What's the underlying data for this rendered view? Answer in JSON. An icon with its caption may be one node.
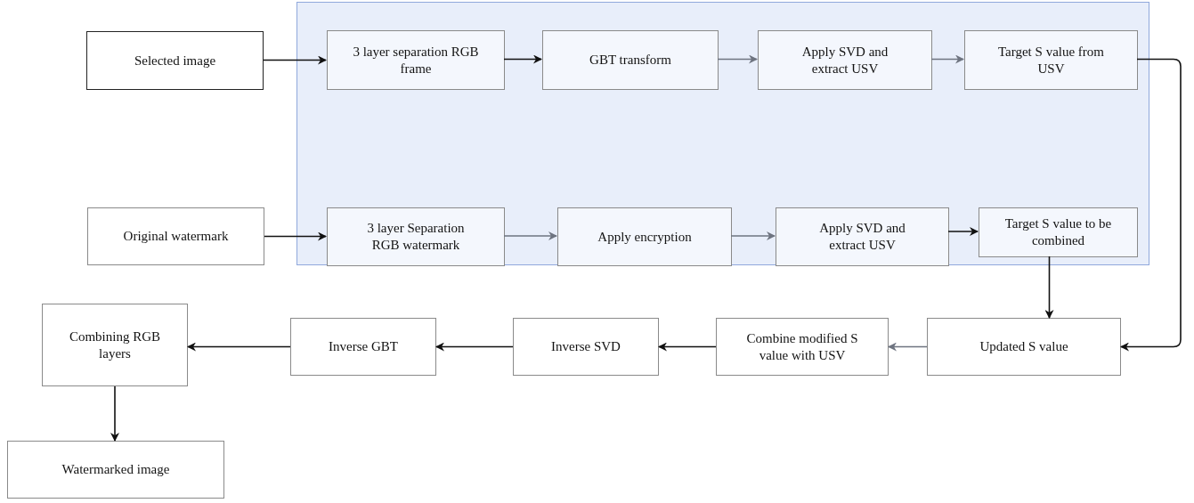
{
  "diagram": {
    "nodes": [
      {
        "text": [],
        "shape": "box"
      },
      {
        "text": [
          "Selected image"
        ]
      },
      {
        "text": [
          "Original watermark"
        ]
      },
      {
        "text": [
          "3 layer separation RGB frame"
        ],
        "in": 0
      },
      {
        "text": [
          "GBT transform"
        ],
        "in": 0
      },
      {
        "text": [
          "Apply SVD and extract USV"
        ],
        "in": 0
      },
      {
        "text": [
          "Target S value from USV"
        ],
        "in": 0
      },
      {
        "text": [
          "3 layer Separation RGB watermark"
        ],
        "in": 0
      },
      {
        "text": [
          "Apply encryption"
        ],
        "in": 0
      },
      {
        "text": [
          "Apply SVD and extract USV"
        ],
        "in": 0
      },
      {
        "text": [
          "Target S value to be combined"
        ],
        "in": 0
      },
      {
        "text": [
          "Updated S value"
        ]
      },
      {
        "text": [
          "Combine modified S value with USV"
        ]
      },
      {
        "text": [
          "Inverse SVD"
        ]
      },
      {
        "text": [
          "Inverse GBT"
        ]
      },
      {
        "text": [
          "Combining RGB layers"
        ]
      },
      {
        "text": [
          "Watermarked image"
        ]
      }
    ],
    "edges": [
      {
        "from": 1,
        "to": 3,
        "arrow": "to"
      },
      {
        "from": 3,
        "to": 4,
        "arrow": "to"
      },
      {
        "from": 4,
        "to": 5,
        "arrow": "to",
        "color": "#6e7480"
      },
      {
        "from": 5,
        "to": 6,
        "arrow": "to",
        "color": "#6e7480"
      },
      {
        "from": 6,
        "to": 11,
        "arrow": "to"
      },
      {
        "from": 2,
        "to": 7,
        "arrow": "to"
      },
      {
        "from": 7,
        "to": 8,
        "arrow": "to",
        "color": "#6e7480"
      },
      {
        "from": 8,
        "to": 9,
        "arrow": "to",
        "color": "#6e7480"
      },
      {
        "from": 9,
        "to": 10,
        "arrow": "to"
      },
      {
        "from": 10,
        "to": 11,
        "arrow": "to"
      },
      {
        "from": 11,
        "to": 12,
        "arrow": "to",
        "color": "#6e7480"
      },
      {
        "from": 12,
        "to": 13,
        "arrow": "to"
      },
      {
        "from": 13,
        "to": 14,
        "arrow": "to"
      },
      {
        "from": 14,
        "to": 15,
        "arrow": "to"
      },
      {
        "from": 15,
        "to": 16,
        "arrow": "to"
      }
    ]
  }
}
